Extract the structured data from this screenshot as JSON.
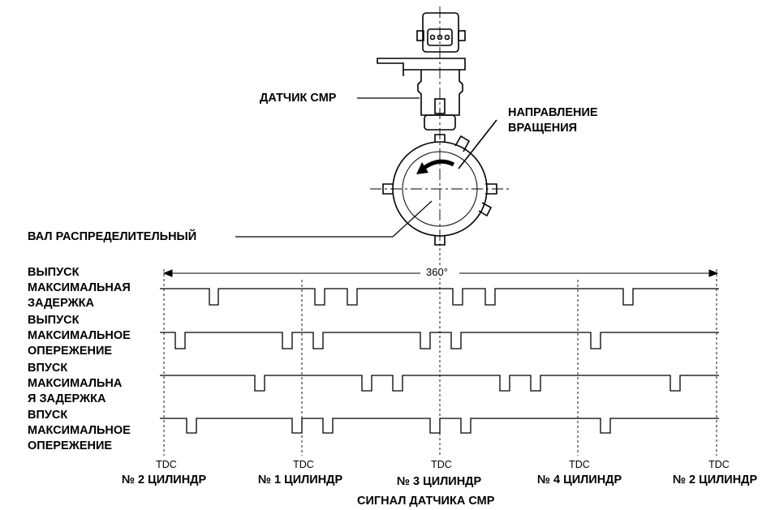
{
  "labels": {
    "sensor": "ДАТЧИК СМР",
    "direction": "НАПРАВЛЕНИЕ\nВРАЩЕНИЯ",
    "camshaft": "ВАЛ РАСПРЕДЕЛИТЕЛЬНЫЙ",
    "angle": "360°",
    "caption": "СИГНАЛ ДАТЧИКА СМР"
  },
  "traces": [
    {
      "label": "ВЫПУСК\nМАКСИМАЛЬНАЯ\nЗАДЕРЖКА"
    },
    {
      "label": "ВЫПУСК\nМАКСИМАЛЬНОЕ\nОПЕРЕЖЕНИЕ"
    },
    {
      "label": "ВПУСК\nМАКСИМАЛЬНА\nЯ ЗАДЕРЖКА"
    },
    {
      "label": "ВПУСК\nМАКСИМАЛЬНОЕ\nОПЕРЕЖЕНИЕ"
    }
  ],
  "tdc_markers": [
    {
      "tdc": "TDC",
      "cylinder": "№ 2 ЦИЛИНДР"
    },
    {
      "tdc": "TDC",
      "cylinder": "№ 1 ЦИЛИНДР"
    },
    {
      "tdc": "TDC",
      "cylinder": "№ 3 ЦИЛИНДР"
    },
    {
      "tdc": "TDC",
      "cylinder": "№ 4 ЦИЛИНДР"
    },
    {
      "tdc": "TDC",
      "cylinder": "№ 2 ЦИЛИНДР"
    }
  ]
}
